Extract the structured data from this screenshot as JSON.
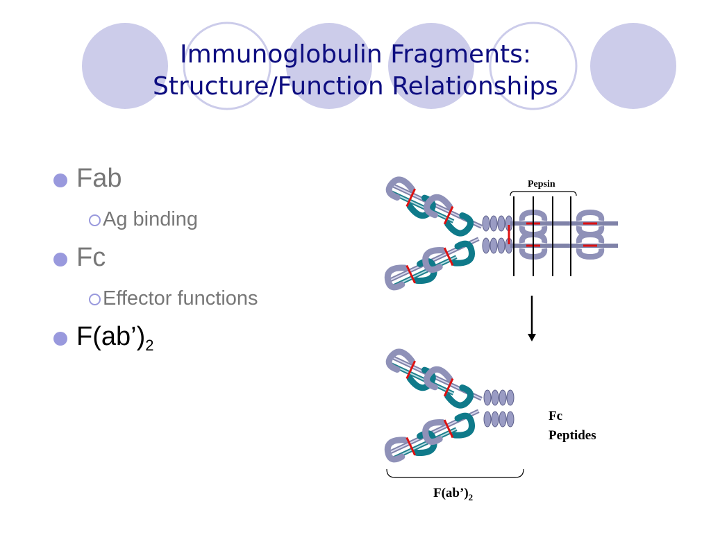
{
  "colors": {
    "title": "#0d0d80",
    "circle_fill": "#ccccea",
    "bullet": "#9999dd",
    "body_text": "#777777",
    "heavy_chain": "#8f91b8",
    "light_chain": "#0f7a8a",
    "disulfide": "#dd1111"
  },
  "title": {
    "line1": "Immunoglobulin Fragments:",
    "line2": "Structure/Function Relationships"
  },
  "bullets": [
    {
      "label": "Fab",
      "sub": "Ag binding"
    },
    {
      "label": "Fc",
      "sub": "Effector functions"
    },
    {
      "label": "F(ab’)",
      "subscript": "2"
    }
  ],
  "diagram": {
    "enzyme_label": "Pepsin",
    "product_label": "F(ab’)",
    "product_subscript": "2",
    "byproduct_line1": "Fc",
    "byproduct_line2": "Peptides"
  }
}
